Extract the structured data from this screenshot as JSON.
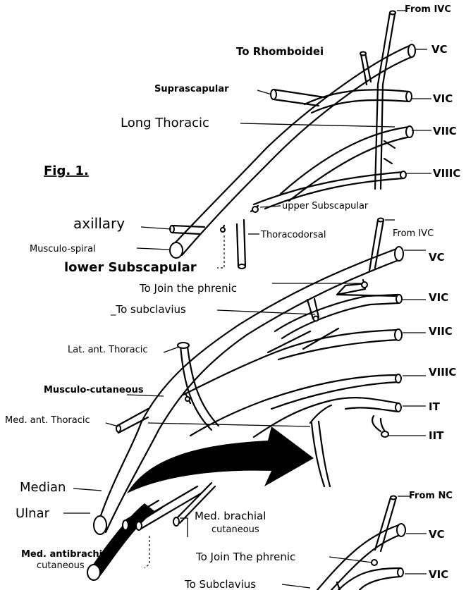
{
  "figure_label": "Fig. 1.",
  "top_diagram": {
    "from_ivc": "From IVC",
    "to_rhomboidei": "To Rhomboidei",
    "vc": "VC",
    "suprascapular": "Suprascapular",
    "vic": "VIC",
    "long_thoracic": "Long Thoracic",
    "viic": "VIIC",
    "viiic": "VIIIC",
    "axillary": "axillary",
    "upper_subscapular": "upper Subscapular",
    "thoracodorsal": "Thoracodorsal",
    "musculo_spiral": "Musculo-spiral",
    "lower_subscapular": "lower Subscapular"
  },
  "middle_diagram": {
    "from_ivc": "From IVC",
    "vc": "VC",
    "to_join_phrenic": "To Join the phrenic",
    "vic": "VIC",
    "to_subclavius": "_To subclavius",
    "lat_ant_thoracic": "Lat. ant. Thoracic",
    "viic": "VIIC",
    "musculo_cutaneous": "Musculo-cutaneous",
    "viiic": "VIIIC",
    "med_ant_thoracic": "Med. ant. Thoracic",
    "it": "IT",
    "iit": "IIT",
    "median": "Median",
    "ulnar": "Ulnar",
    "med_brachial_cutaneous_1": "Med. brachial",
    "med_brachial_cutaneous_2": "cutaneous",
    "med_antibrachial_1": "Med. antibrachiol",
    "med_antibrachial_2": "cutaneous"
  },
  "bottom_diagram": {
    "from_nc": "From NC",
    "vc": "VC",
    "to_join_phrenic": "To Join The phrenic",
    "vic": "VIC",
    "to_subclavius": "To Subclavius"
  }
}
